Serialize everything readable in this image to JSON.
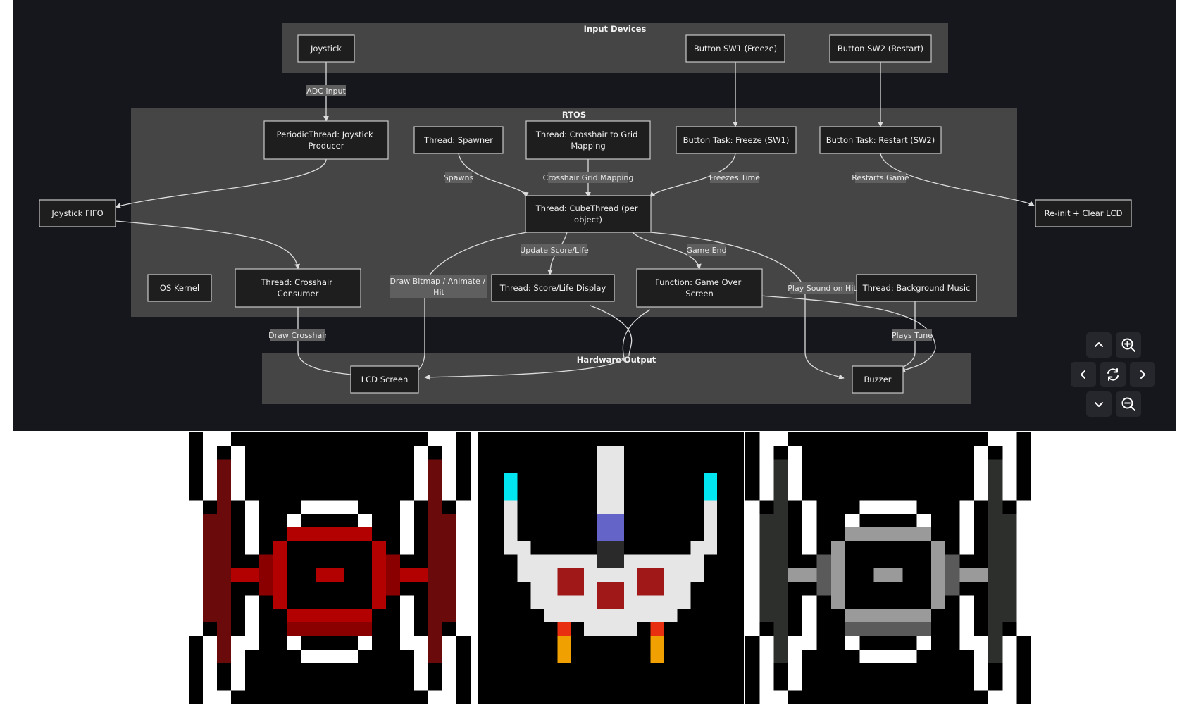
{
  "diagram": {
    "subgraphs": {
      "input_devices": "Input Devices",
      "rtos": "RTOS",
      "hardware_output": "Hardware Output"
    },
    "nodes": {
      "joystick": [
        "Joystick"
      ],
      "sw1": [
        "Button SW1 (Freeze)"
      ],
      "sw2": [
        "Button SW2 (Restart)"
      ],
      "producer": [
        "PeriodicThread: Joystick",
        "Producer"
      ],
      "spawner": [
        "Thread: Spawner"
      ],
      "crossmap": [
        "Thread: Crosshair to Grid",
        "Mapping"
      ],
      "freeze": [
        "Button Task: Freeze (SW1)"
      ],
      "restart": [
        "Button Task: Restart (SW2)"
      ],
      "fifo": [
        "Joystick FIFO"
      ],
      "cube": [
        "Thread: CubeThread (per",
        "object)"
      ],
      "reinit": [
        "Re-init + Clear LCD"
      ],
      "kernel": [
        "OS Kernel"
      ],
      "consumer": [
        "Thread: Crosshair",
        "Consumer"
      ],
      "score": [
        "Thread: Score/Life Display"
      ],
      "gameover": [
        "Function: Game Over",
        "Screen"
      ],
      "music": [
        "Thread: Background Music"
      ],
      "lcd": [
        "LCD Screen"
      ],
      "buzzer": [
        "Buzzer"
      ]
    },
    "edge_labels": {
      "adc": [
        "ADC Input"
      ],
      "spawns": [
        "Spawns"
      ],
      "crossgrid": [
        "Crosshair Grid Mapping"
      ],
      "freezes": [
        "Freezes Time"
      ],
      "restarts": [
        "Restarts Game"
      ],
      "update": [
        "Update Score/Life"
      ],
      "gameend": [
        "Game End"
      ],
      "draw": [
        "Draw Bitmap / Animate /",
        "Hit"
      ],
      "playsound": [
        "Play Sound on Hit"
      ],
      "crosshair": [
        "Draw Crosshair"
      ],
      "tune": [
        "Plays Tune"
      ]
    }
  },
  "controls": {
    "icons": [
      "chevron-up-icon",
      "zoom-in-icon",
      "chevron-left-icon",
      "reset-icon",
      "chevron-right-icon",
      "chevron-down-icon",
      "zoom-out-icon"
    ]
  },
  "sprites": {
    "palette": {
      "black": "#000000",
      "white": "#ffffff",
      "dark_red": "#6b0a0a",
      "red": "#b30000",
      "crimson": "#8a0000",
      "grey_dark": "#2c2f2c",
      "grey_light": "#9a9a9a",
      "ship_white": "#e6e6e6",
      "cyan": "#00e5f0",
      "blue": "#6464c8",
      "orange": "#f0a000",
      "flame_red": "#e83010"
    },
    "items": [
      {
        "name": "red-tie-fighter"
      },
      {
        "name": "x-wing-ship"
      },
      {
        "name": "grey-tie-fighter"
      }
    ]
  }
}
